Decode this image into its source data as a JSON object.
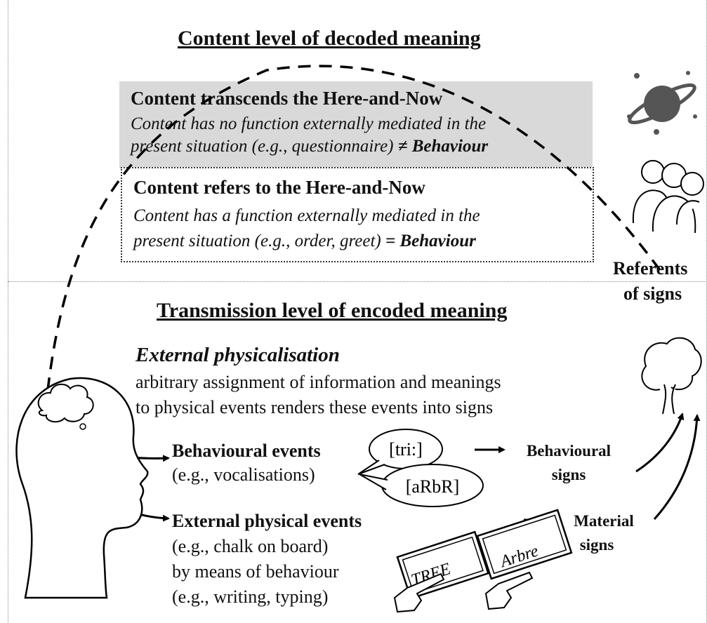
{
  "content_level": {
    "heading": "Content level of decoded meaning",
    "transcends": {
      "title": "Content transcends the Here-and-Now",
      "line1": "Content has no function externally mediated in the",
      "line2": "present situation (e.g., questionnaire)",
      "relation": "≠",
      "behaviour": "Behaviour"
    },
    "refers": {
      "title": "Content refers to the Here-and-Now",
      "line1": "Content has a function externally mediated in the",
      "line2": "present situation (e.g., order, greet)",
      "relation": "=",
      "behaviour": "Behaviour"
    }
  },
  "referents": {
    "line1": "Referents",
    "line2": "of signs"
  },
  "transmission_level": {
    "heading": "Transmission level of encoded meaning",
    "external_title": "External  physicalisation",
    "external_line1": "arbitrary assignment of information and meanings",
    "external_line2": "to physical events renders these events into signs",
    "behavioural_events": "Behavioural events",
    "behavioural_example": "(e.g., vocalisations)",
    "bubble_1": "[tri:]",
    "bubble_2": "[aRbR]",
    "behavioural_signs_1": "Behavioural",
    "behavioural_signs_2": "signs",
    "physical_events": "External physical events",
    "physical_line1": "(e.g., chalk on board)",
    "physical_line2": "by means of behaviour",
    "physical_line3": "(e.g., writing, typing)",
    "material_signs_1": "Material",
    "material_signs_2": "signs",
    "board_1": "TREE",
    "board_2": "Arbre"
  }
}
